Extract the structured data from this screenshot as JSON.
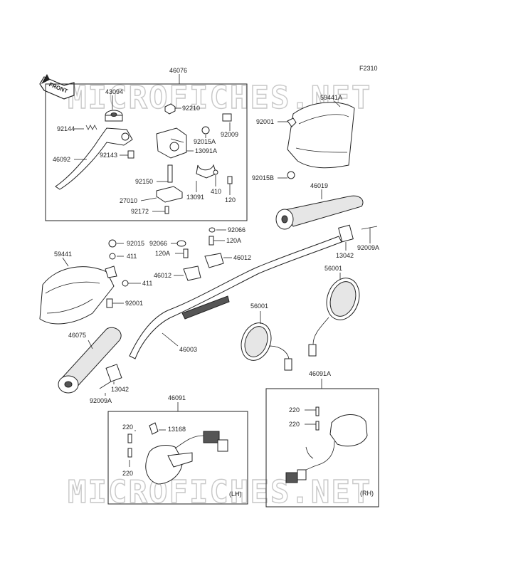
{
  "figure_code": "F2310",
  "front_arrow_label": "FRONT",
  "watermark": "MICROFICHES.NET",
  "labels": {
    "p46076": "46076",
    "p43094": "43094",
    "p92210": "92210",
    "p92009": "92009",
    "p92144": "92144",
    "p46092": "46092",
    "p92143": "92143",
    "p92015A": "92015A",
    "p13091A": "13091A",
    "p92150": "92150",
    "p13091": "13091",
    "p410": "410",
    "p120": "120",
    "p27010": "27010",
    "p92172": "92172",
    "p59441A": "59441A",
    "p92001a": "92001",
    "p92015B": "92015B",
    "p46019": "46019",
    "p92066a": "92066",
    "p92066b": "92066",
    "p120Aa": "120A",
    "p120Ab": "120A",
    "p46012a": "46012",
    "p46012b": "46012",
    "p13042a": "13042",
    "p92009Aa": "92009A",
    "p92015": "92015",
    "p411a": "411",
    "p411b": "411",
    "p59441": "59441",
    "p92001b": "92001",
    "p56001a": "56001",
    "p56001b": "56001",
    "p46003": "46003",
    "p46075": "46075",
    "p13042b": "13042",
    "p92009Ab": "92009A",
    "p46091": "46091",
    "p46091A": "46091A",
    "p220a": "220",
    "p220b": "220",
    "p220c": "220",
    "p220d": "220",
    "p13168": "13168",
    "lh": "(LH)",
    "rh": "(RH)"
  }
}
